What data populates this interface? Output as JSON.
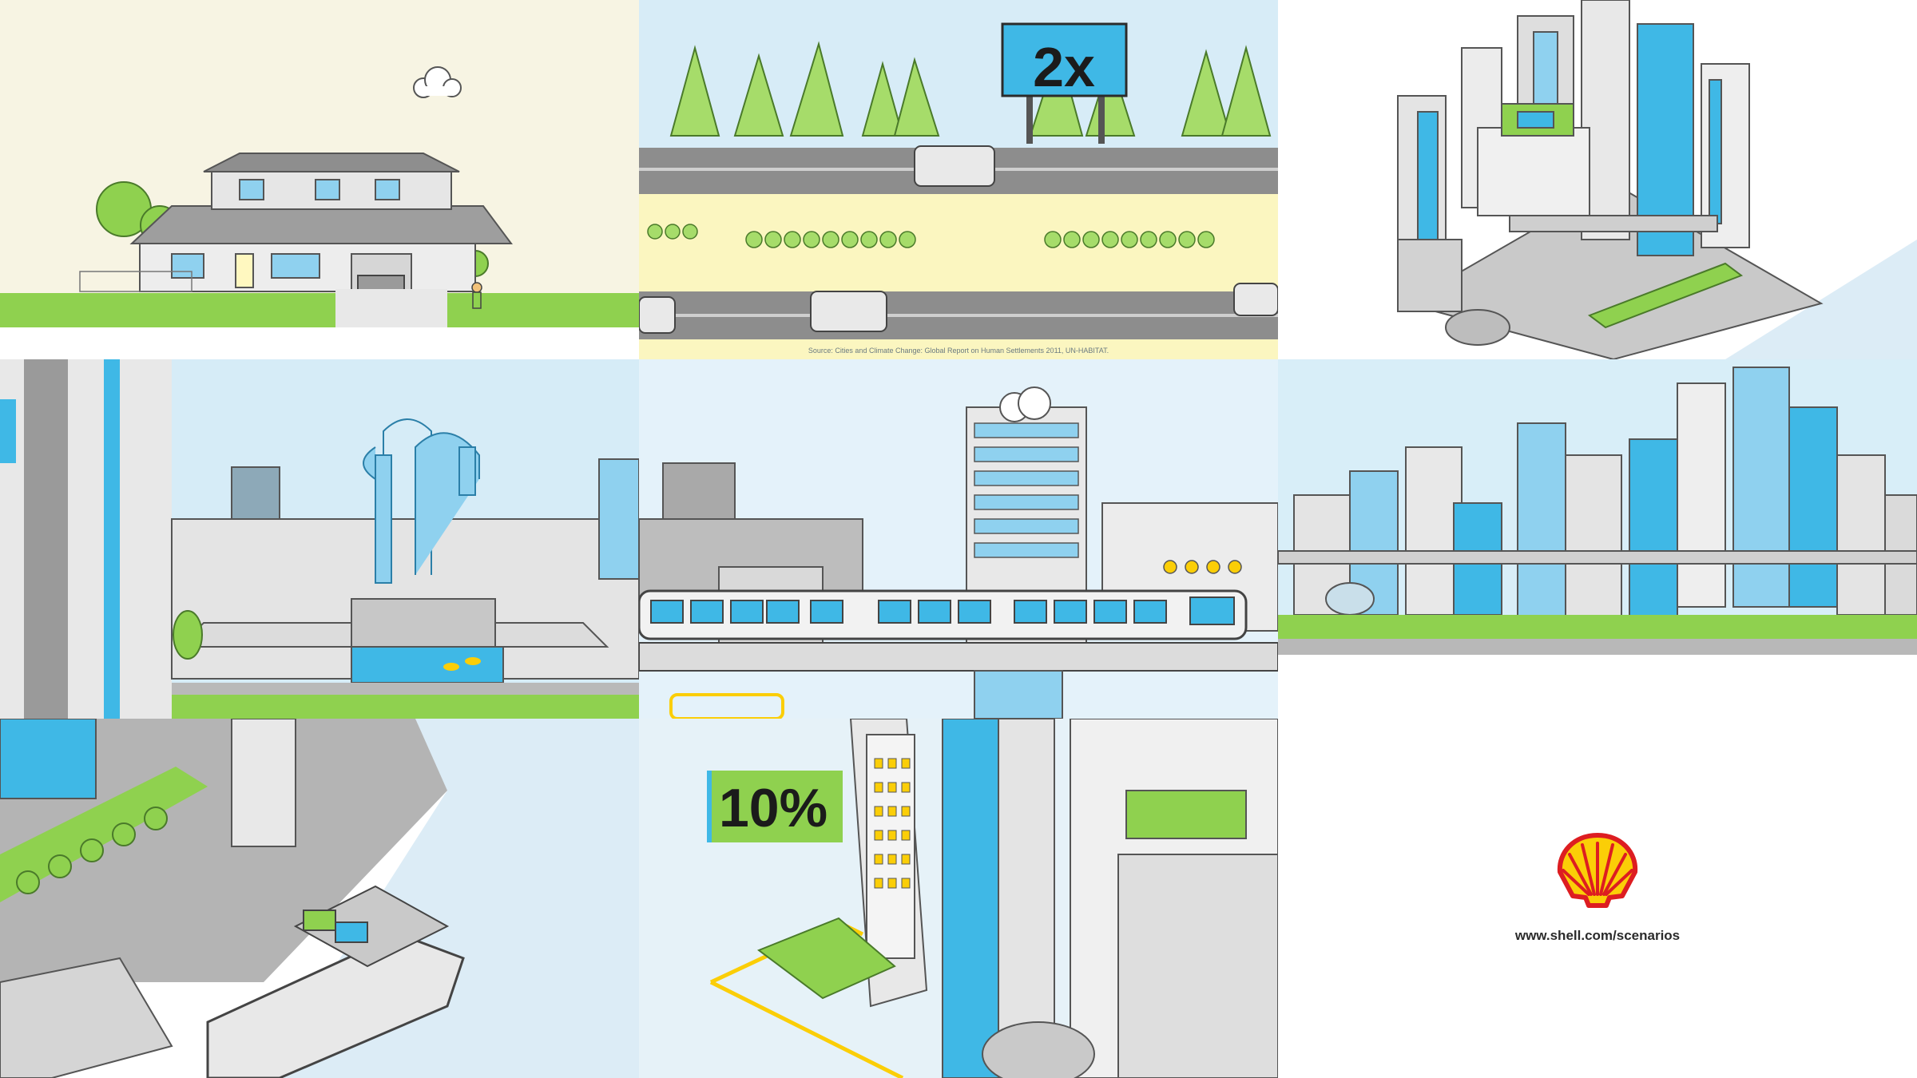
{
  "panels": {
    "road": {
      "billboard": "2x",
      "source": "Source: Cities and Climate Change: Global Report on Human Settlements 2011, UN-HABITAT."
    },
    "density": {
      "stat": "10%"
    },
    "end_card": {
      "url": "www.shell.com/scenarios"
    }
  },
  "colors": {
    "green": "#8fd14f",
    "blue": "#3fb8e6",
    "sky": "#d8eef8",
    "grey": "#8d8d8d",
    "cream": "#f7f4e3",
    "shell_red": "#dd1d21",
    "shell_yellow": "#fbce07"
  }
}
